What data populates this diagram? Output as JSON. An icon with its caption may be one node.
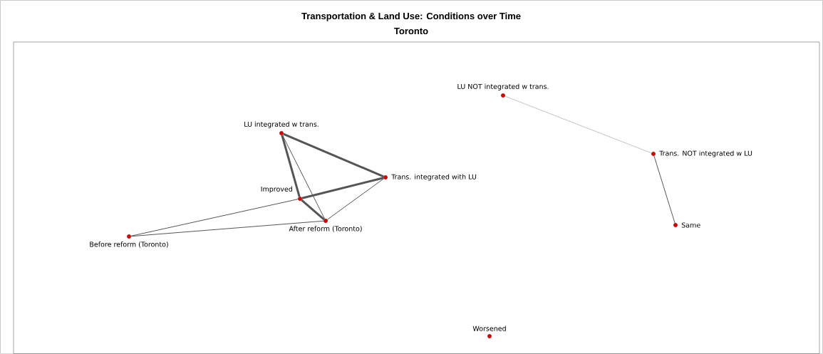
{
  "diagram": {
    "title": "Transportation & Land Use: Conditions over Time",
    "labels": [
      "Toronto"
    ],
    "nodes": [
      {
        "text": [],
        "shape": "circle",
        "beside": [
          "LU NOT integrated w trans."
        ]
      },
      {
        "text": [],
        "shape": "circle",
        "beside": [
          "LU integrated w trans."
        ]
      },
      {
        "text": [],
        "shape": "circle",
        "beside": [
          "Trans. NOT integrated w LU"
        ]
      },
      {
        "text": [],
        "shape": "circle",
        "beside": [
          "Trans. integrated with LU"
        ]
      },
      {
        "text": [],
        "shape": "circle",
        "beside": [
          "Improved"
        ]
      },
      {
        "text": [],
        "shape": "circle",
        "beside": [
          "After reform (Toronto)"
        ]
      },
      {
        "text": [],
        "shape": "circle",
        "beside": [
          "Same"
        ]
      },
      {
        "text": [],
        "shape": "circle",
        "beside": [
          "Before reform (Toronto)"
        ]
      },
      {
        "text": [],
        "shape": "circle",
        "beside": [
          "Worsened"
        ]
      }
    ],
    "edges": [
      {
        "from": 1,
        "to": 3,
        "arrow": "none",
        "style": "thick"
      },
      {
        "from": 1,
        "to": 4,
        "arrow": "none",
        "style": "thick"
      },
      {
        "from": 1,
        "to": 5,
        "arrow": "none"
      },
      {
        "from": 3,
        "to": 4,
        "arrow": "none",
        "style": "thick"
      },
      {
        "from": 3,
        "to": 5,
        "arrow": "none"
      },
      {
        "from": 4,
        "to": 5,
        "arrow": "none",
        "style": "thick"
      },
      {
        "from": 7,
        "to": 4,
        "arrow": "none"
      },
      {
        "from": 7,
        "to": 5,
        "arrow": "none"
      },
      {
        "from": 0,
        "to": 2,
        "arrow": "none",
        "color": "#999999"
      },
      {
        "from": 2,
        "to": 6,
        "arrow": "none"
      }
    ]
  }
}
